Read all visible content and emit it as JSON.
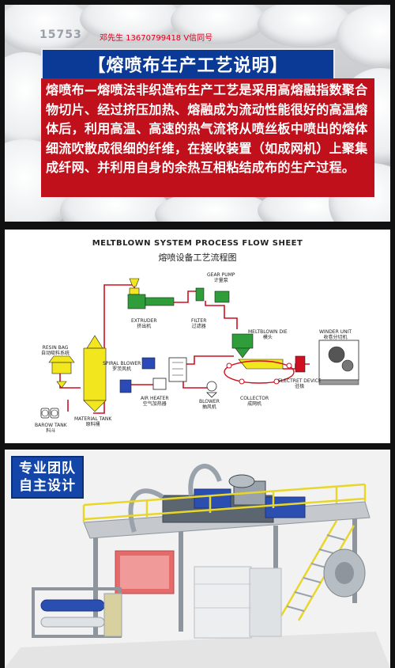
{
  "banner": {
    "watermark": "15753",
    "contact": "邓先生 13670799418 V信同号",
    "title": "【熔喷布生产工艺说明】",
    "description": "熔喷布—熔喷法非织造布生产工艺是采用高熔融指数聚合物切片、经过挤压加热、熔融成为流动性能很好的高温熔体后，利用高温、高速的热气流将从喷丝板中喷出的熔体细流吹散成很细的纤维，在接收装置（如成网机）上聚集成纤网、并利用自身的余热互相粘结成布的生产过程。"
  },
  "flowsheet": {
    "title_en": "MELTBLOWN SYSTEM PROCESS FLOW SHEET",
    "title_cn": "熔喷设备工艺流程图",
    "labels": {
      "gear_pump": "GEAR PUMP",
      "gear_pump_cn": "计量泵",
      "extruder": "EXTRUDER",
      "extruder_cn": "挤出机",
      "filter": "FILTER",
      "filter_cn": "过滤器",
      "meltblown_die": "MELTBLOWN DIE",
      "meltblown_die_cn": "模头",
      "winder": "WINDER UNIT",
      "winder_cn": "收卷分切机",
      "resin_bag": "RESIN BAG",
      "resin_bag_cn": "自动吸料系统",
      "spiral_blower": "SPIRAL BLOWER",
      "spiral_blower_cn": "罗茨风机",
      "electret": "ELECTRET DEVICE",
      "electret_cn": "驻极",
      "air_heater": "AIR HEATER",
      "air_heater_cn": "空气加热器",
      "blower": "BLOWER",
      "blower_cn": "抽风机",
      "collector": "COLLECTOR",
      "collector_cn": "成网机",
      "material_tank": "MATERIAL TANK",
      "material_tank_cn": "原料桶",
      "barow_tank": "BAROW TANK",
      "barow_tank_cn": "料斗"
    }
  },
  "machine": {
    "badge_line1": "专业团队",
    "badge_line2": "自主设计"
  },
  "colors": {
    "title_blue": "#0a3a96",
    "desc_red": "#c0101b",
    "contact_red": "#e0001e",
    "line_red": "#d01020",
    "flow_green": "#2e9d3a",
    "flow_yellow": "#f2e61e",
    "flow_blue": "#2a4ab8",
    "rail_yellow": "#e9d62a"
  }
}
